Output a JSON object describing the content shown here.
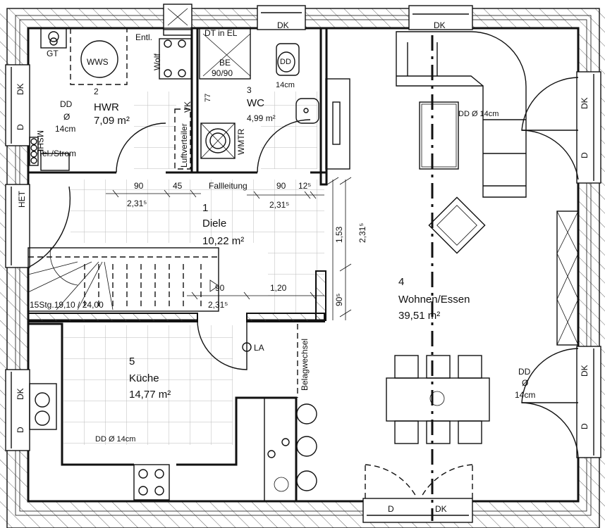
{
  "rooms": [
    {
      "number": "1",
      "name": "Diele",
      "area": "10,22 m²"
    },
    {
      "number": "2",
      "name": "HWR",
      "area": "7,09 m²"
    },
    {
      "number": "3",
      "name": "WC",
      "area": "4,99 m²"
    },
    {
      "number": "4",
      "name": "Wohnen/Essen",
      "area": "39,51 m²"
    },
    {
      "number": "5",
      "name": "Küche",
      "area": "14,77 m²"
    }
  ],
  "labels": {
    "gt": "GT",
    "wws": "WWS",
    "entl": "Entl.",
    "wolf": "Wolf",
    "dt_in_el": "DT in EL",
    "be": "BE",
    "be_size": "90/90",
    "msh": "MSHE",
    "tel_strom": "Tel./Strom",
    "luftverteiler": "Luftverteiler",
    "vk": "VK",
    "wm_tr": "WMTR",
    "fallleitung": "Fallleitung",
    "het": "HET",
    "la": "LA",
    "belagwechsel": "Belagwechsel",
    "stairs": "15Stg.19,10 / 24,00",
    "dk": "DK",
    "d": "D",
    "dd": "DD",
    "dia": "Ø",
    "cm14": "14cm",
    "dd_full": "DD Ø 14cm",
    "small_77": "77"
  },
  "dimensions": {
    "d90a": "90",
    "d45": "45",
    "d2315a": "2,31⁵",
    "d90b": "90",
    "d125": "12⁵",
    "d2315b": "2,31⁵",
    "d153": "1,53",
    "d2315v": "2,31⁵",
    "d905": "90⁵",
    "d90c": "90",
    "d120": "1,20",
    "d2315c": "2,31⁵"
  }
}
